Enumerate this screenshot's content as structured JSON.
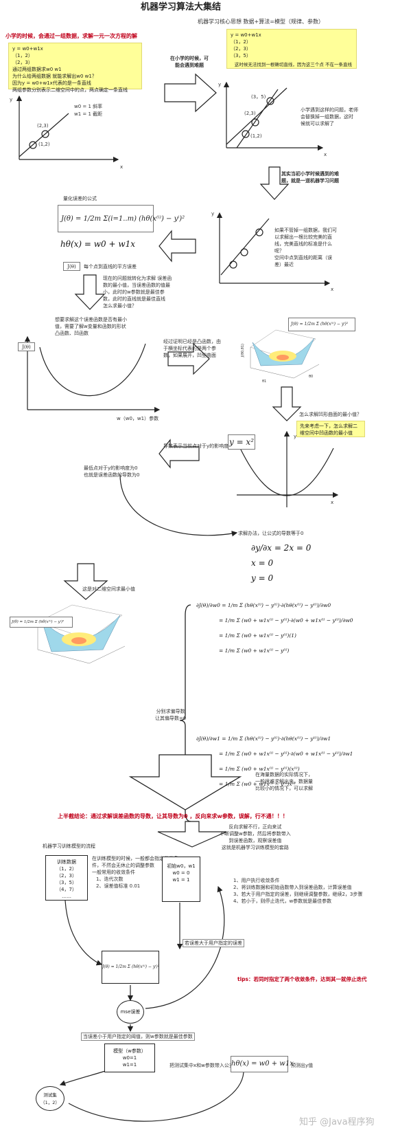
{
  "header": {
    "title": "机器学习算法大集结",
    "subtitle": "机器学习核心思想 数据+算法=模型（规律、参数）"
  },
  "section1": {
    "heading": "小学的时候，会通过一组数据，求解一元一次方程的解",
    "note_lines": [
      "y = w0+w1x",
      "（1，2）",
      "（2，3）",
      "通过两组数据求w0 w1",
      "为什么给两组数据 就能求解出w0 w1？",
      "因为y = w0+w1x代表的是一条直线",
      "两组参数分别表示二维空间中的点，两点确定一条直线"
    ],
    "graph_labels": {
      "y": "y",
      "x": "x",
      "p1": "(1,2)",
      "p2": "(2,3)",
      "w0": "w0 = 1 斜率",
      "w1": "w1 = 1 截距"
    },
    "arrow_text": [
      "在小学的时候，可",
      "能会遇到难题"
    ]
  },
  "section2": {
    "note_lines": [
      "y = w0+w1x",
      "（1，2）",
      "（2，3）",
      "（3，5）"
    ],
    "note_side": "这时候无法找到一根确切直线，因为这三个点 不在一条直线",
    "graph_labels": {
      "y": "y",
      "x": "x",
      "p1": "(1,2)",
      "p2": "(2,3)",
      "p3": "(3，5)"
    },
    "side_text": [
      "小学遇到这样的问题，老师",
      "会替换掉一组数据，这时",
      "候就可以求解了"
    ],
    "down_arrow_text": [
      "其实当初小学时候遇到的难",
      "题，就是一道机器学习问题"
    ]
  },
  "section3": {
    "graph_labels": {
      "y": "y",
      "x": "x"
    },
    "side_text": [
      "如果不管掉一组数据，我们可",
      "以求解出一根比较完美的直",
      "线，完美直线的标准是什么",
      "呢？",
      "空间中点到直线的距离（误",
      "差）最近"
    ],
    "loss_title": "量化误差的公式",
    "loss_formula": "J(θ) = 1/2m Σ(i=1..m) (hθ(x⁽ⁱ⁾) − yⁱ)²",
    "hypothesis": "hθ(x) = w0 + w1x",
    "jtheta_label": "J(θ)",
    "jtheta_desc": "每个点到直线的平方误差",
    "problem_text": [
      "现在的问题就转化为求解 误差函",
      "数的最小值，当误差函数的值最",
      "小，此时的w参数就是最佳参",
      "数，此时的直线就是最佳直线",
      "怎么求最小值？"
    ]
  },
  "section4": {
    "convex_text": [
      "想要求解这个误差函数是否有最小",
      "值，需要了解w变量和函数的形状",
      "凸函数、凹函数"
    ],
    "curve_label": "J(θ)",
    "curve_xlabel": "w（w0，w1）参数",
    "proof_text": [
      "经过证明已经是凸函数，由",
      "于横坐标代表的是两个参",
      "数，如果展开，凹型曲面"
    ],
    "small_formula": "J(θ) = 1/2m Σ (hθ(x⁽ⁱ⁾) − yⁱ)²",
    "surface_axes": {
      "z": "J(θ0,θ1)",
      "x": "θ1",
      "y": "θ0"
    }
  },
  "section5": {
    "question": "怎么求解凹形曲面的最小值？",
    "note": [
      "先来考虑一下，怎么求解二",
      "维空间中凹函数的最小值"
    ],
    "parabola_formula": "y = x²",
    "parabola_axes": {
      "y": "y",
      "x": "x"
    },
    "derivative_meaning": "导数表示当前点对于y的影响度",
    "lowest_text": [
      "最低点对于y的影响度为0",
      "也就是误差函数的导数为0"
    ],
    "solve_text": "求解办法，让公式的导数等于0",
    "derivative_lines": [
      "∂y/∂x = 2x = 0",
      "x = 0",
      "y = 0"
    ]
  },
  "section6": {
    "extend_text": "这是对二维空间求最小值",
    "partial_text": [
      "分别求偏导数",
      "让其偏导数=0"
    ],
    "eq1": [
      "∂J(θ)/∂w0 = 1/m Σ (hθ(x⁽ⁱ⁾) − y⁽ⁱ⁾)·∂(hθ(x⁽ⁱ⁾) − y⁽ⁱ⁾)/∂w0",
      "= 1/m Σ (w0 + w1x⁽ⁱ⁾ − y⁽ⁱ⁾)·∂(w0 + w1x⁽ⁱ⁾ − y⁽ⁱ⁾)/∂w0",
      "= 1/m Σ (w0 + w1x⁽ⁱ⁾ − y⁽ⁱ⁾)(1)",
      "= 1/m Σ (w0 + w1x⁽ⁱ⁾ − y⁽ⁱ⁾)"
    ],
    "eq2": [
      "∂J(θ)/∂w1 = 1/m Σ (hθ(x⁽ⁱ⁾) − y⁽ⁱ⁾)·∂(hθ(x⁽ⁱ⁾) − y⁽ⁱ⁾)/∂w1",
      "= 1/m Σ (w0 + w1x⁽ⁱ⁾ − y⁽ⁱ⁾)·∂(w0 + w1x⁽ⁱ⁾ − y⁽ⁱ⁾)/∂w1",
      "= 1/m Σ (w0 + w1x⁽ⁱ⁾ − y⁽ⁱ⁾)(x⁽ⁱ⁾)",
      "= 1/m Σ (w0 + w1x⁽ⁱ⁾ − y⁽ⁱ⁾)x⁽ⁱ⁾"
    ],
    "big_arrow_text": [
      "在海量数据的实际情况下，",
      "一般很难求解出来，数据量",
      "比较小的情况下，可以求解"
    ]
  },
  "conclusion": "上半截结论：通过求解误差函数的导数，让其导数为0 ，反向来求w参数，误解，行不通！！！",
  "section7": {
    "reverse_text": [
      "反向求解不行，正向来试",
      "不断调整w参数，然后将参数带入",
      "到误差函数，观察误差值",
      "这就是机器学习训练模型的套路"
    ],
    "train_title": "机器学习训练模型的流程",
    "stop_text": [
      "在训练模型的时候，一般都会指定收敛条",
      "件，不然会无休止的调整参数",
      "一般常用的收敛条件"
    ],
    "stop_items": [
      "1、迭代次数",
      "2、误差值标准 0.01"
    ],
    "train_data": [
      "训练数据",
      "（1，2）",
      "（2，3）",
      "（3，5）",
      "（4，7）",
      "……"
    ],
    "init_params": [
      "初始w0，w1",
      "w0 = 0",
      "w1 = 1"
    ],
    "steps": [
      "1、用户执行收敛条件",
      "2、将训练数据和初始函数带入到误差函数，计算误差值",
      "3、若大于用户指定的误差，则继续调整参数，继续2，3步骤",
      "4、若小于，则停止迭代，w参数就是最佳参数"
    ],
    "err_gt": "若误差大于用户指定的误差",
    "loss_small": "J(θ) = 1/2m Σ (hθ(x⁽ⁱ⁾) − yⁱ)²",
    "mse_label": "mse误差",
    "tips": "tips：若同时指定了两个收敛条件，达到其一就停止迭代",
    "err_lt": "当误差小于用户指定的阈值，则w参数就是最佳参数",
    "model": [
      "模型（w参数）",
      "w0=1",
      "w1=1"
    ],
    "test_set": [
      "测试集",
      "（1，2）"
    ],
    "predict_left": "把测试集中x和w参数带入公式",
    "predict_formula": "hθ(x) = w0 + w1x",
    "predict_right": "预测出y值"
  },
  "watermark": "知乎 @Java程序狗"
}
